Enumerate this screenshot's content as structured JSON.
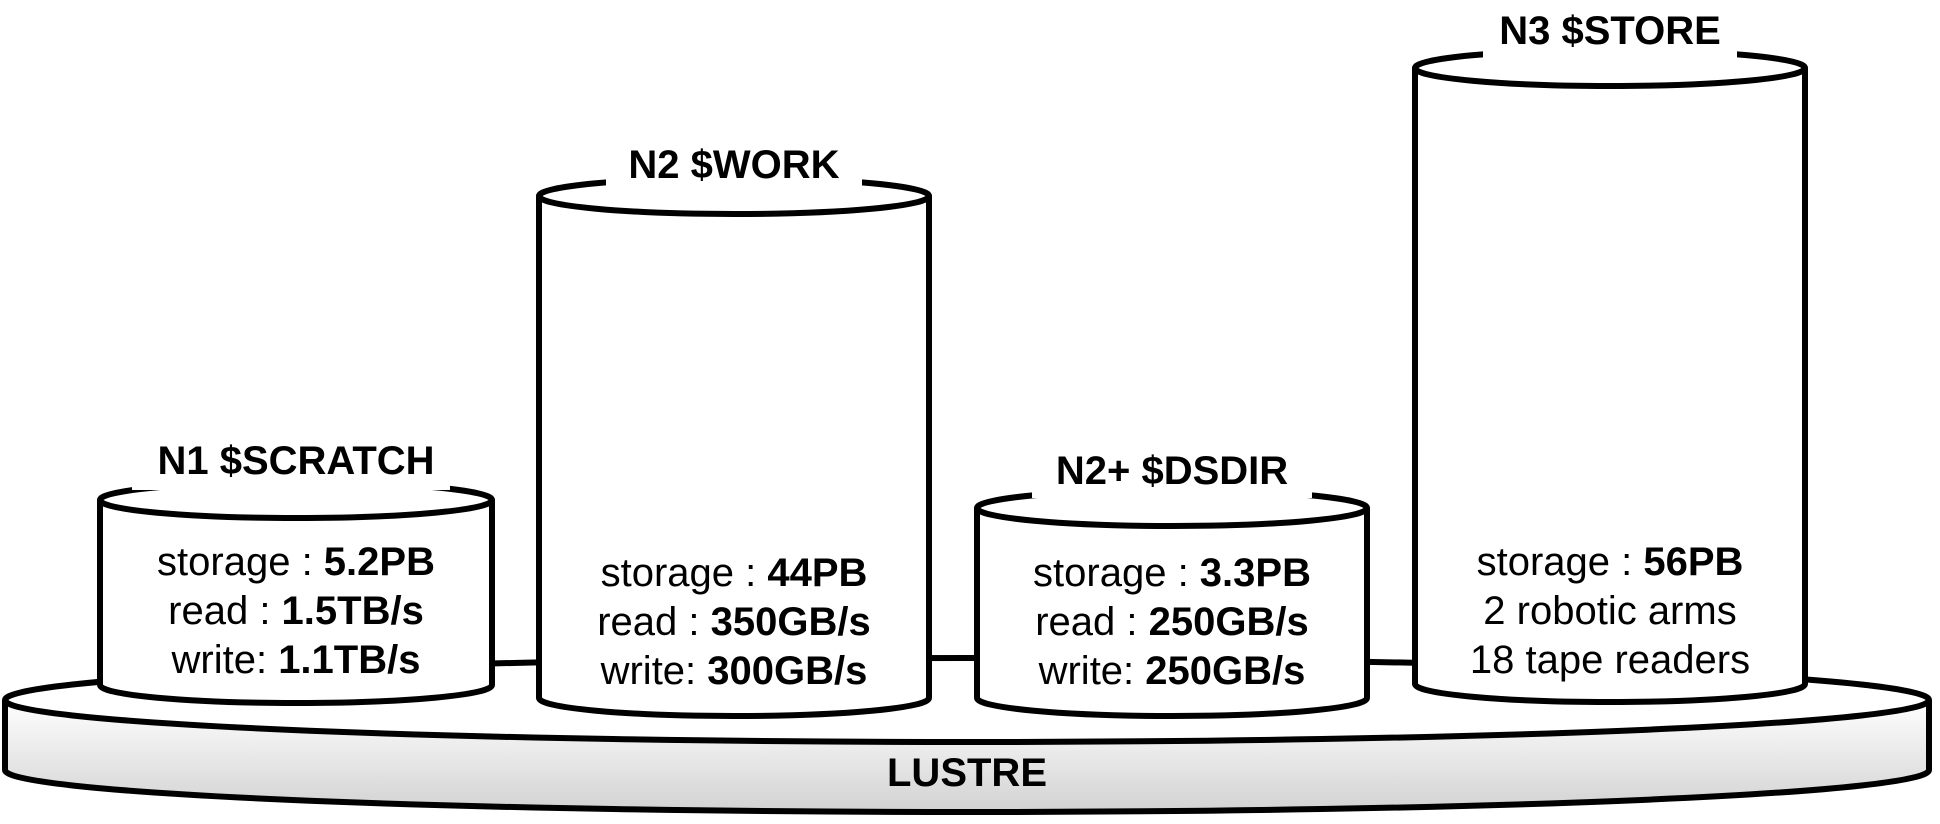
{
  "platform": {
    "label": "LUSTRE"
  },
  "tiers": [
    {
      "title": "N1 $SCRATCH",
      "lines": [
        {
          "prefix": "storage : ",
          "value": "5.2PB",
          "suffix": ""
        },
        {
          "prefix": "read : ",
          "value": "1.5TB",
          "suffix": "/s"
        },
        {
          "prefix": "write: ",
          "value": "1.1TB",
          "suffix": "/s"
        }
      ]
    },
    {
      "title": "N2 $WORK",
      "lines": [
        {
          "prefix": "storage : ",
          "value": "44PB",
          "suffix": ""
        },
        {
          "prefix": "read : ",
          "value": "350GB",
          "suffix": "/s"
        },
        {
          "prefix": "write: ",
          "value": "300GB",
          "suffix": "/s"
        }
      ]
    },
    {
      "title": "N2+ $DSDIR",
      "lines": [
        {
          "prefix": "storage : ",
          "value": "3.3PB",
          "suffix": ""
        },
        {
          "prefix": "read : ",
          "value": "250GB",
          "suffix": "/s"
        },
        {
          "prefix": "write: ",
          "value": "250GB",
          "suffix": "/s"
        }
      ]
    },
    {
      "title": "N3 $STORE",
      "lines": [
        {
          "prefix": "storage : ",
          "value": "56PB",
          "suffix": ""
        },
        {
          "prefix": "2 robotic arms",
          "value": "",
          "suffix": ""
        },
        {
          "prefix": "18 tape readers",
          "value": "",
          "suffix": ""
        }
      ]
    }
  ]
}
